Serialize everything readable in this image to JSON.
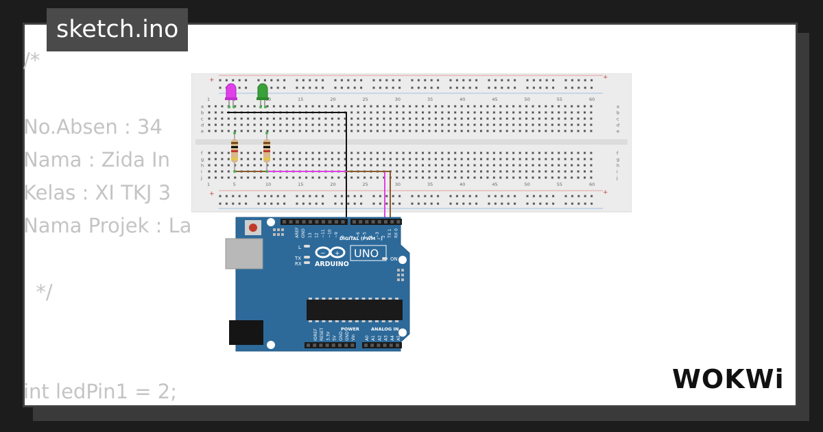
{
  "header": {
    "file_name": "sketch.ino"
  },
  "code": {
    "lines": [
      "/*",
      "",
      "No.Absen : 34",
      "Nama : Zida In",
      "Kelas : XI TKJ 3",
      "Nama Projek : La",
      "",
      "  */",
      "",
      "",
      "int ledPin1 = 2;"
    ]
  },
  "breadboard": {
    "column_numbers": [
      "1",
      "5",
      "10",
      "15",
      "20",
      "25",
      "30",
      "35",
      "40",
      "45",
      "50",
      "55",
      "60"
    ],
    "row_letters_top": [
      "a",
      "b",
      "c",
      "d",
      "e"
    ],
    "row_letters_bottom": [
      "f",
      "g",
      "h",
      "i",
      "j"
    ],
    "rail_plus": "+",
    "rail_minus": "-"
  },
  "components": {
    "led1_color": "#e040e8",
    "led2_color": "#3aa03a",
    "wire_black": "#111111",
    "wire_pink": "#e040e8"
  },
  "arduino": {
    "brand": "ARDUINO",
    "model": "UNO",
    "digital_label": "DIGITAL (PWM ~)",
    "power_label": "POWER",
    "analog_label": "ANALOG IN",
    "on_label": "ON",
    "tx_label": "TX",
    "rx_label": "RX",
    "l_label": "L",
    "aref": "AREF",
    "gnd": "GND",
    "digital_pins": [
      "13",
      "12",
      "~11",
      "~10",
      "~9",
      "8",
      "7",
      "~6",
      "~5",
      "4",
      "~3",
      "2",
      "TX 1",
      "RX 0"
    ],
    "power_pins": [
      "IOREF",
      "RESET",
      "3.3V",
      "5V",
      "GND",
      "GND",
      "Vin"
    ],
    "analog_pins": [
      "A0",
      "A1",
      "A2",
      "A3",
      "A4",
      "A5"
    ],
    "board_color": "#2d6a9a"
  },
  "brand": {
    "logo_text": "WOKWi"
  }
}
